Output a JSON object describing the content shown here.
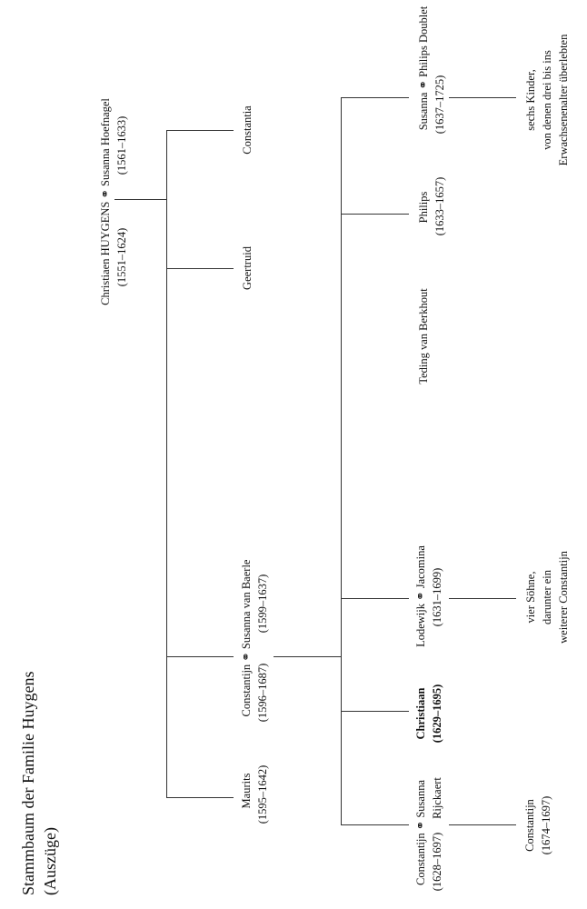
{
  "title": {
    "line1": "Stammbaum der Familie Huygens",
    "line2": "(Auszüge)"
  },
  "generation1": {
    "couple": "Christiaen HUYGENS ⚭ Susanna Hoefnagel",
    "dates_husband": "(1551–1624)",
    "dates_wife": "(1561–1633)"
  },
  "generation2": {
    "constantia": "Constantia",
    "geertruid": "Geertruid",
    "constantijn_couple": "Constantijn ⚭ Susanna van Baerle",
    "constantijn_dates": "(1596–1687)",
    "susanna_vb_dates": "(1599–1637)",
    "maurits": "Maurits",
    "maurits_dates": "(1595–1642)"
  },
  "generation3": {
    "susanna_couple": "Susanna ⚭ Philips Doublet",
    "susanna_dates": "(1637–1725)",
    "philips": "Philips",
    "philips_dates": "(1633–1657)",
    "teding": "Teding van Berkhout",
    "lodewijk_couple": "Lodewijk ⚭ Jacomina",
    "lodewijk_dates": "(1631–1699)",
    "christiaan": "Christiaan",
    "christiaan_dates": "(1629–1695)",
    "constantijn_couple": "Constantijn ⚭ Susanna",
    "constantijn_dates": "(1628–1697)",
    "rijckaert": "Rijckaert"
  },
  "generation4": {
    "susanna_children": [
      "sechs Kinder,",
      "von denen drei bis ins",
      "Erwachsenenalter überlebten"
    ],
    "lodewijk_children": [
      "vier Söhne,",
      "darunter ein",
      "weiterer Constantijn"
    ],
    "constantijn_child": [
      "Constantijn",
      "(1674–1697)"
    ]
  }
}
